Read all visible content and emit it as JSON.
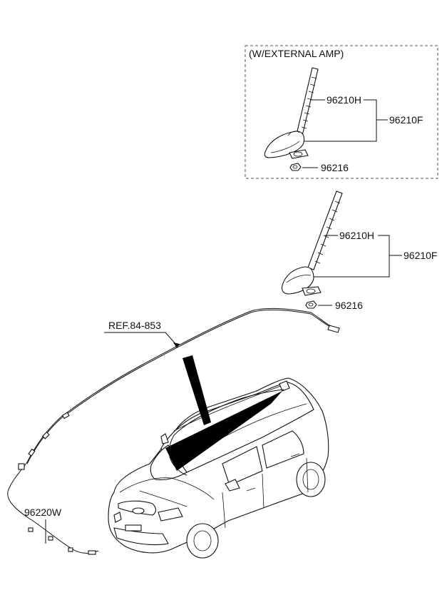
{
  "diagram": {
    "external_amp_box": {
      "title": "(W/EXTERNAL AMP)"
    },
    "labels": {
      "amp_rod": "96210H",
      "amp_assy": "96210F",
      "amp_nut": "96216",
      "std_rod": "96210H",
      "std_assy": "96210F",
      "std_nut": "96216",
      "ref": "REF.84-853",
      "cable": "96220W"
    }
  }
}
